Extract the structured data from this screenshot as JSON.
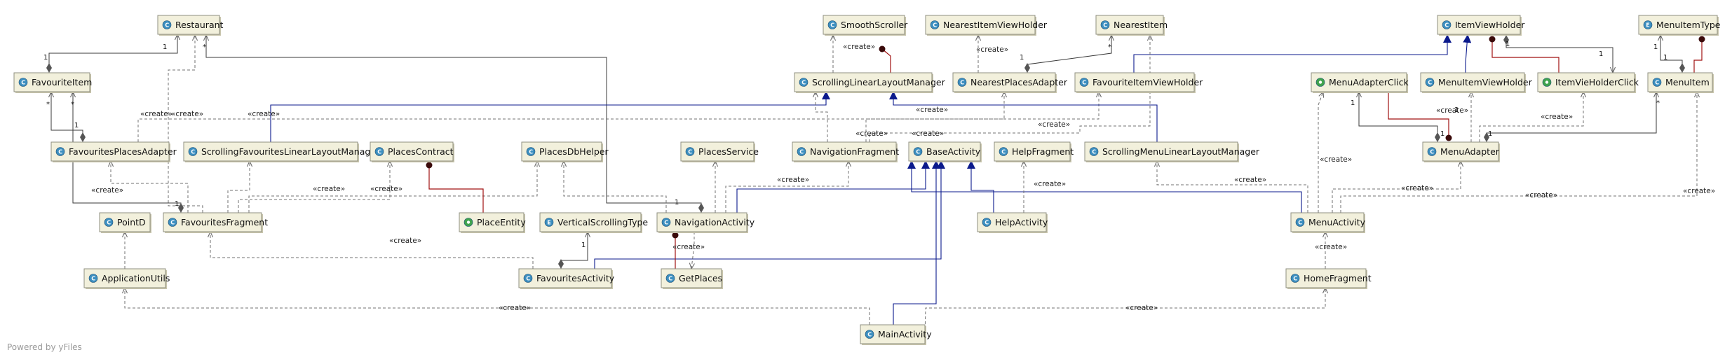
{
  "powered_by": "Powered by yFiles",
  "stereotype": "«create»",
  "colors": {
    "create": "#707070",
    "assoc": "#3a3a3a",
    "inherit": "#0b1a8c",
    "inner": "#a01010",
    "node_fill": "#f2f0dc",
    "class_icon": "#3d8fc0",
    "enum_icon": "#3d8fc0",
    "interface_icon": "#3fa34d"
  },
  "nodes": [
    {
      "id": "Restaurant",
      "label": "Restaurant",
      "kind": "class",
      "icon": "class-icon"
    },
    {
      "id": "SmoothScroller",
      "label": "SmoothScroller",
      "kind": "class",
      "icon": "class-icon"
    },
    {
      "id": "NearestItemViewHolder",
      "label": "NearestItemViewHolder",
      "kind": "class",
      "icon": "class-icon"
    },
    {
      "id": "NearestItem",
      "label": "NearestItem",
      "kind": "class",
      "icon": "class-icon"
    },
    {
      "id": "ItemViewHolder",
      "label": "ItemViewHolder",
      "kind": "class",
      "icon": "class-icon"
    },
    {
      "id": "MenuItemType",
      "label": "MenuItemType",
      "kind": "enum",
      "icon": "enum-icon"
    },
    {
      "id": "FavouriteItem",
      "label": "FavouriteItem",
      "kind": "class",
      "icon": "class-icon"
    },
    {
      "id": "ScrollingLinearLayoutManager",
      "label": "ScrollingLinearLayoutManager",
      "kind": "class",
      "icon": "class-icon"
    },
    {
      "id": "NearestPlacesAdapter",
      "label": "NearestPlacesAdapter",
      "kind": "class",
      "icon": "class-icon"
    },
    {
      "id": "FavouriteItemViewHolder",
      "label": "FavouriteItemViewHolder",
      "kind": "class",
      "icon": "class-icon"
    },
    {
      "id": "MenuAdapterClick",
      "label": "MenuAdapterClick",
      "kind": "interface",
      "icon": "interface-icon"
    },
    {
      "id": "MenuItemViewHolder",
      "label": "MenuItemViewHolder",
      "kind": "class",
      "icon": "class-icon"
    },
    {
      "id": "ItemVieHolderClick",
      "label": "ItemVieHolderClick",
      "kind": "interface",
      "icon": "interface-icon"
    },
    {
      "id": "MenuItem",
      "label": "MenuItem",
      "kind": "class",
      "icon": "class-icon"
    },
    {
      "id": "FavouritesPlacesAdapter",
      "label": "FavouritesPlacesAdapter",
      "kind": "class",
      "icon": "class-icon"
    },
    {
      "id": "ScrollingFavouritesLinearLayoutManager",
      "label": "ScrollingFavouritesLinearLayoutManager",
      "kind": "class",
      "icon": "class-icon"
    },
    {
      "id": "PlacesContract",
      "label": "PlacesContract",
      "kind": "class",
      "icon": "class-icon"
    },
    {
      "id": "PlacesDbHelper",
      "label": "PlacesDbHelper",
      "kind": "class",
      "icon": "class-icon"
    },
    {
      "id": "PlacesService",
      "label": "PlacesService",
      "kind": "class",
      "icon": "class-icon"
    },
    {
      "id": "NavigationFragment",
      "label": "NavigationFragment",
      "kind": "class",
      "icon": "class-icon"
    },
    {
      "id": "BaseActivity",
      "label": "BaseActivity",
      "kind": "class",
      "icon": "class-icon"
    },
    {
      "id": "HelpFragment",
      "label": "HelpFragment",
      "kind": "class",
      "icon": "class-icon"
    },
    {
      "id": "ScrollingMenuLinearLayoutManager",
      "label": "ScrollingMenuLinearLayoutManager",
      "kind": "class",
      "icon": "class-icon"
    },
    {
      "id": "MenuAdapter",
      "label": "MenuAdapter",
      "kind": "class",
      "icon": "class-icon"
    },
    {
      "id": "PointD",
      "label": "PointD",
      "kind": "class",
      "icon": "class-icon"
    },
    {
      "id": "FavouritesFragment",
      "label": "FavouritesFragment",
      "kind": "class",
      "icon": "class-icon"
    },
    {
      "id": "PlaceEntity",
      "label": "PlaceEntity",
      "kind": "interface",
      "icon": "interface-icon"
    },
    {
      "id": "VerticalScrollingType",
      "label": "VerticalScrollingType",
      "kind": "enum",
      "icon": "enum-icon"
    },
    {
      "id": "NavigationActivity",
      "label": "NavigationActivity",
      "kind": "class",
      "icon": "class-icon"
    },
    {
      "id": "HelpActivity",
      "label": "HelpActivity",
      "kind": "class",
      "icon": "class-icon"
    },
    {
      "id": "MenuActivity",
      "label": "MenuActivity",
      "kind": "class",
      "icon": "class-icon"
    },
    {
      "id": "ApplicationUtils",
      "label": "ApplicationUtils",
      "kind": "class",
      "icon": "class-icon"
    },
    {
      "id": "FavouritesActivity",
      "label": "FavouritesActivity",
      "kind": "class",
      "icon": "class-icon"
    },
    {
      "id": "GetPlaces",
      "label": "GetPlaces",
      "kind": "class",
      "icon": "class-icon"
    },
    {
      "id": "HomeFragment",
      "label": "HomeFragment",
      "kind": "class",
      "icon": "class-icon"
    },
    {
      "id": "MainActivity",
      "label": "MainActivity",
      "kind": "class",
      "icon": "class-icon"
    }
  ],
  "edges": [
    {
      "from": "FavouriteItem",
      "to": "Restaurant",
      "type": "association",
      "source_mult": "1",
      "target_mult": "1"
    },
    {
      "from": "NavigationActivity",
      "to": "Restaurant",
      "type": "association",
      "source_mult": "1",
      "target_mult": "*"
    },
    {
      "from": "FavouritesFragment",
      "to": "Restaurant",
      "type": "create"
    },
    {
      "from": "ScrollingLinearLayoutManager",
      "to": "SmoothScroller",
      "type": "create"
    },
    {
      "from": "ScrollingLinearLayoutManager",
      "to": "SmoothScroller",
      "type": "inner"
    },
    {
      "from": "NearestPlacesAdapter",
      "to": "NearestItemViewHolder",
      "type": "create"
    },
    {
      "from": "NearestPlacesAdapter",
      "to": "NearestItem",
      "type": "association",
      "source_mult": "1",
      "target_mult": "*"
    },
    {
      "from": "FavouriteItemViewHolder",
      "to": "ItemViewHolder",
      "type": "inheritance"
    },
    {
      "from": "MenuItemViewHolder",
      "to": "ItemViewHolder",
      "type": "inheritance"
    },
    {
      "from": "ItemVieHolderClick",
      "to": "ItemViewHolder",
      "type": "inner"
    },
    {
      "from": "ItemViewHolder",
      "to": "ItemVieHolderClick",
      "type": "association",
      "source_mult": "1",
      "target_mult": "1"
    },
    {
      "from": "MenuItem",
      "to": "MenuItemType",
      "type": "association",
      "source_mult": "1",
      "target_mult": "1"
    },
    {
      "from": "MenuItem",
      "to": "MenuItemType",
      "type": "inner"
    },
    {
      "from": "FavouritesPlacesAdapter",
      "to": "FavouriteItem",
      "type": "association",
      "source_mult": "1",
      "target_mult": "*"
    },
    {
      "from": "FavouritesFragment",
      "to": "FavouriteItem",
      "type": "association",
      "source_mult": "1",
      "target_mult": "*"
    },
    {
      "from": "FavouritesPlacesAdapter",
      "to": "FavouriteItemViewHolder",
      "type": "create"
    },
    {
      "from": "ScrollingFavouritesLinearLayoutManager",
      "to": "ScrollingLinearLayoutManager",
      "type": "inheritance"
    },
    {
      "from": "ScrollingMenuLinearLayoutManager",
      "to": "ScrollingLinearLayoutManager",
      "type": "inheritance"
    },
    {
      "from": "NavigationFragment",
      "to": "ScrollingLinearLayoutManager",
      "type": "create"
    },
    {
      "from": "NavigationFragment",
      "to": "NearestPlacesAdapter",
      "type": "create"
    },
    {
      "from": "NavigationFragment",
      "to": "NearestItem",
      "type": "create"
    },
    {
      "from": "FavouritesFragment",
      "to": "FavouritesPlacesAdapter",
      "type": "create"
    },
    {
      "from": "FavouritesFragment",
      "to": "ScrollingFavouritesLinearLayoutManager",
      "type": "create"
    },
    {
      "from": "FavouritesFragment",
      "to": "PlacesContract",
      "type": "create"
    },
    {
      "from": "FavouritesFragment",
      "to": "PlacesDbHelper",
      "type": "create"
    },
    {
      "from": "PlaceEntity",
      "to": "PlacesContract",
      "type": "inner"
    },
    {
      "from": "NavigationActivity",
      "to": "PlacesDbHelper",
      "type": "create"
    },
    {
      "from": "NavigationActivity",
      "to": "PlacesService",
      "type": "create"
    },
    {
      "from": "NavigationActivity",
      "to": "NavigationFragment",
      "type": "create"
    },
    {
      "from": "NavigationActivity",
      "to": "BaseActivity",
      "type": "inheritance"
    },
    {
      "from": "FavouritesActivity",
      "to": "BaseActivity",
      "type": "inheritance"
    },
    {
      "from": "HelpActivity",
      "to": "BaseActivity",
      "type": "inheritance"
    },
    {
      "from": "MenuActivity",
      "to": "BaseActivity",
      "type": "inheritance"
    },
    {
      "from": "MainActivity",
      "to": "BaseActivity",
      "type": "inheritance"
    },
    {
      "from": "HelpActivity",
      "to": "HelpFragment",
      "type": "create"
    },
    {
      "from": "MenuActivity",
      "to": "ScrollingMenuLinearLayoutManager",
      "type": "create"
    },
    {
      "from": "MenuActivity",
      "to": "MenuAdapterClick",
      "type": "create"
    },
    {
      "from": "MenuActivity",
      "to": "MenuAdapter",
      "type": "create"
    },
    {
      "from": "MenuActivity",
      "to": "MenuItem",
      "type": "create"
    },
    {
      "from": "MenuAdapter",
      "to": "MenuAdapterClick",
      "type": "association",
      "source_mult": "1",
      "target_mult": "1"
    },
    {
      "from": "MenuAdapterClick",
      "to": "MenuAdapter",
      "type": "inner"
    },
    {
      "from": "MenuAdapter",
      "to": "MenuItemViewHolder",
      "type": "create"
    },
    {
      "from": "MenuAdapter",
      "to": "ItemVieHolderClick",
      "type": "create"
    },
    {
      "from": "MenuAdapter",
      "to": "MenuItem",
      "type": "association",
      "source_mult": "1",
      "target_mult": "*"
    },
    {
      "from": "ApplicationUtils",
      "to": "PointD",
      "type": "create"
    },
    {
      "from": "FavouritesActivity",
      "to": "FavouritesFragment",
      "type": "create"
    },
    {
      "from": "FavouritesActivity",
      "to": "VerticalScrollingType",
      "type": "association",
      "source_mult": "1",
      "target_mult": "1"
    },
    {
      "from": "NavigationActivity",
      "to": "GetPlaces",
      "type": "create"
    },
    {
      "from": "GetPlaces",
      "to": "NavigationActivity",
      "type": "inner"
    },
    {
      "from": "MenuActivity",
      "to": "HomeFragment",
      "type": "create"
    },
    {
      "from": "MainActivity",
      "to": "ApplicationUtils",
      "type": "create"
    },
    {
      "from": "MainActivity",
      "to": "HomeFragment",
      "type": "create"
    }
  ]
}
